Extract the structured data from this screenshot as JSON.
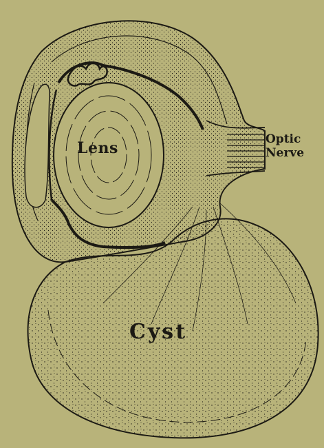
{
  "colors": {
    "paper": "#b8b37a",
    "ink": "#1c1a14"
  },
  "labels": {
    "lens": "Lens",
    "optic_nerve_line1": "Optic",
    "optic_nerve_line2": "Nerve",
    "cyst": "Cyst"
  }
}
